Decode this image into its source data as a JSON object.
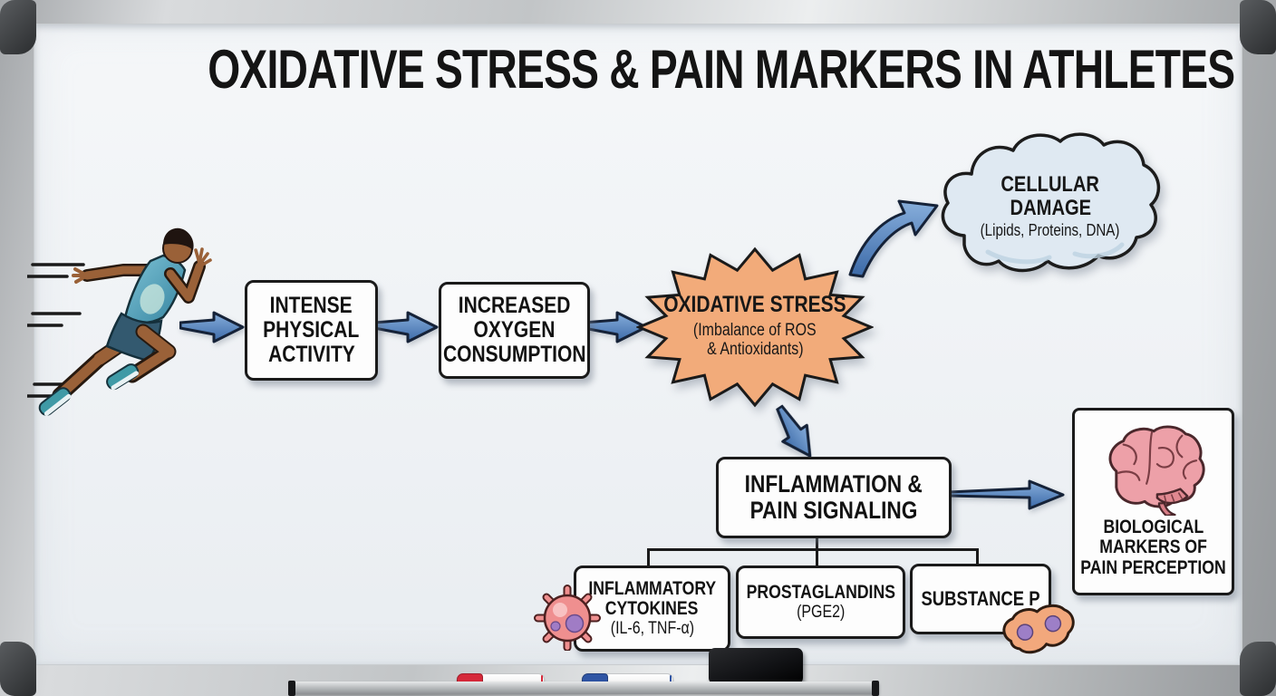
{
  "title": "OXIDATIVE STRESS & PAIN MARKERS IN ATHLETES",
  "nodes": {
    "activity": {
      "lines": [
        "INTENSE",
        "PHYSICAL",
        "ACTIVITY"
      ]
    },
    "oxygen": {
      "lines": [
        "INCREASED",
        "OXYGEN",
        "CONSUMPTION"
      ]
    },
    "oxidative_stress": {
      "title": "OXIDATIVE STRESS",
      "subtitle_lines": [
        "(Imbalance of ROS",
        "& Antioxidants)"
      ]
    },
    "cellular_damage": {
      "title_lines": [
        "CELLULAR",
        "DAMAGE"
      ],
      "subtitle": "(Lipids, Proteins, DNA)"
    },
    "inflammation": {
      "lines": [
        "INFLAMMATION &",
        "PAIN SIGNALING"
      ]
    },
    "cytokines": {
      "title_lines": [
        "INFLAMMATORY",
        "CYTOKINES"
      ],
      "subtitle": "(IL-6, TNF-α)"
    },
    "prostaglandins": {
      "title": "PROSTAGLANDINS",
      "subtitle": "(PGE2)"
    },
    "substance_p": {
      "label": "SUBSTANCE P"
    },
    "biomarkers": {
      "lines": [
        "BIOLOGICAL",
        "MARKERS OF",
        "PAIN PERCEPTION"
      ]
    }
  },
  "icons": {
    "runner": "sprinting-athlete-illustration",
    "cytokine": "cytokine-cell-icon",
    "nerve_cell": "nerve-cell-icon",
    "brain": "brain-icon",
    "eraser": "whiteboard-eraser",
    "marker_red": "red-dry-erase-marker",
    "marker_blue": "blue-dry-erase-marker"
  },
  "palette": {
    "arrow_blue": "#5d8ec7",
    "starburst_orange": "#f2ab7a",
    "cloud_blue": "#dfe9f2",
    "box_white": "#fdfdfd",
    "outline_black": "#1a1a1a",
    "brain_pink": "#eda0a8",
    "cytokine_pink": "#ef8f8f",
    "nerve_cell_orange": "#f2a87c",
    "marker_red": "#d6293a",
    "marker_blue": "#2f55a4"
  }
}
